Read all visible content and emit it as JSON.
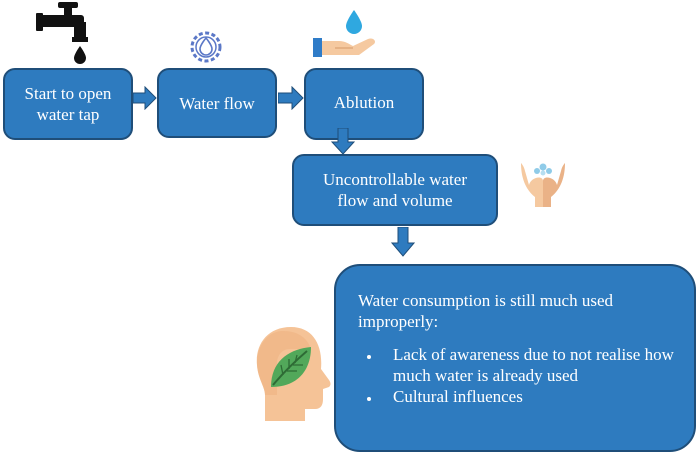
{
  "nodes": {
    "open_tap": "Start to open water tap",
    "water_flow": "Water flow",
    "ablution": "Ablution",
    "uncontrollable": "Uncontrollable water flow and volume",
    "consumption": {
      "heading": "Water consumption is still much used improperly:",
      "bullets": [
        "Lack of awareness due to not realise how much water is already used",
        "Cultural influences"
      ]
    }
  },
  "icons": {
    "tap": "water-tap-icon",
    "flow": "water-drop-gear-icon",
    "ablution": "hand-water-drop-icon",
    "uncontrollable": "cupped-hands-water-icon",
    "awareness": "head-leaf-icon"
  },
  "colors": {
    "box_fill": "#2e7bbf",
    "box_border": "#1f4e79",
    "arrow": "#2e7bbf"
  }
}
